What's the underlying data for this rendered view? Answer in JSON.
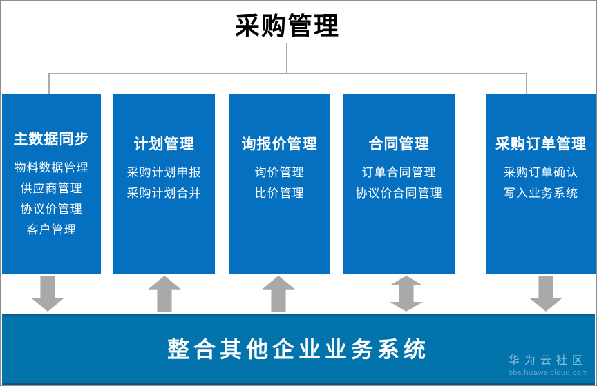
{
  "title": "采购管理",
  "columns": [
    {
      "title": "主数据同步",
      "items": [
        "物料数据管理",
        "供应商管理",
        "协议价管理",
        "客户管理"
      ],
      "arrow": "down"
    },
    {
      "title": "计划管理",
      "items": [
        "采购计划申报",
        "采购计划合并"
      ],
      "arrow": "up"
    },
    {
      "title": "询报价管理",
      "items": [
        "询价管理",
        "比价管理"
      ],
      "arrow": "up"
    },
    {
      "title": "合同管理",
      "items": [
        "订单合同管理",
        "协议价合同管理"
      ],
      "arrow": "both"
    },
    {
      "title": "采购订单管理",
      "items": [
        "采购订单确认",
        "写入业务系统"
      ],
      "arrow": "down"
    }
  ],
  "bottom_bar": {
    "label": "整合其他企业业务系统"
  },
  "watermark": {
    "line1": "华为云社区",
    "line2": "bbs.huaweicloud.com"
  },
  "colors": {
    "box_blue": "#0570c0",
    "bar_blue": "#0273ab",
    "arrow_grey": "#a9a9a9",
    "line_grey": "#ababab",
    "title_black": "#000000"
  }
}
